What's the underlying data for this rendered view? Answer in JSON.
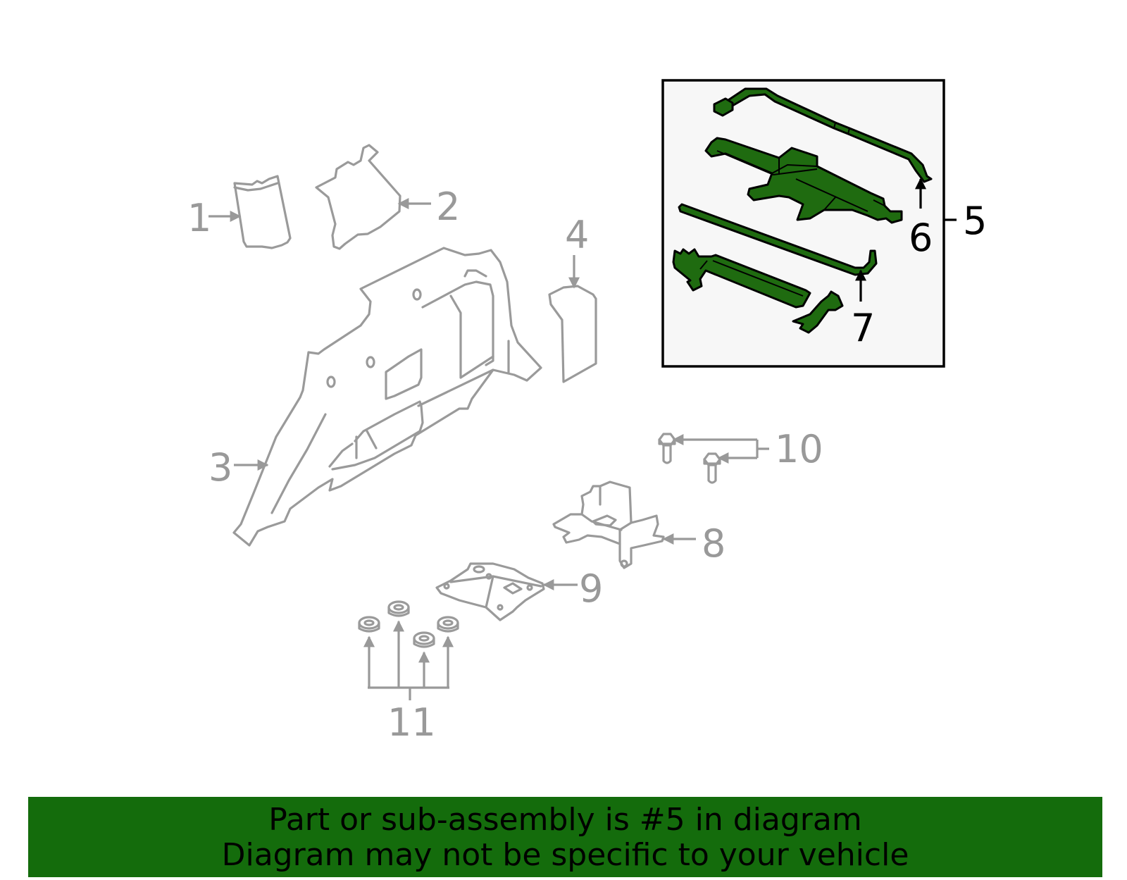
{
  "callouts": {
    "c1": "1",
    "c2": "2",
    "c3": "3",
    "c4": "4",
    "c5": "5",
    "c6": "6",
    "c7": "7",
    "c8": "8",
    "c9": "9",
    "c10": "10",
    "c11": "11"
  },
  "highlight_part": "5",
  "banner": {
    "line1": "Part or sub-assembly is #5 in diagram",
    "line2": "Diagram may not be specific to your vehicle"
  },
  "colors": {
    "highlight_green": "#1f6b10",
    "banner_green": "#146c0c",
    "inactive_gray": "#9a9a9a",
    "inset_bg": "#f7f7f7"
  }
}
